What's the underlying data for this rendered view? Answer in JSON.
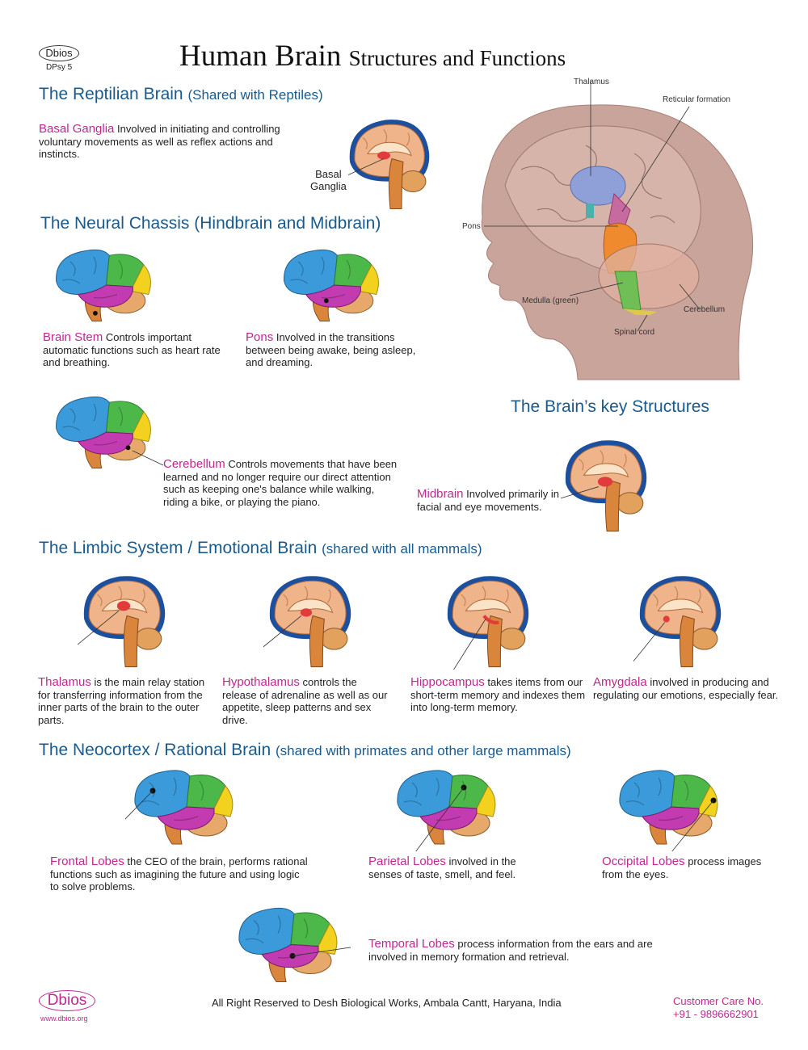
{
  "header": {
    "logo": "Dbios",
    "code": "DPsy 5",
    "title_main": "Human Brain",
    "title_sub": "Structures and Functions"
  },
  "reptilian": {
    "title": "The Reptilian Brain",
    "subtitle": "(Shared with Reptiles)",
    "basal": {
      "term": "Basal Ganglia",
      "desc": "Involved in initiating and controlling voluntary movements as well as reflex actions and instincts.",
      "label_line1": "Basal",
      "label_line2": "Ganglia"
    }
  },
  "chassis": {
    "title": "The Neural Chassis (Hindbrain and Midbrain)",
    "stem": {
      "term": "Brain Stem",
      "desc": "Controls important automatic functions such as heart rate and breathing."
    },
    "pons": {
      "term": "Pons",
      "desc": "Involved in the transitions between being awake, being asleep, and dreaming."
    },
    "cerebellum": {
      "term": "Cerebellum",
      "desc": "Controls movements that have been learned and no longer require our direct attention such as keeping one's balance while walking, riding a bike, or playing the piano."
    },
    "midbrain": {
      "term": "Midbrain",
      "desc": "Involved primarily in facial and eye movements."
    }
  },
  "key_structures": {
    "title": "The Brain’s key Structures",
    "labels": {
      "thalamus": "Thalamus",
      "reticular": "Reticular formation",
      "pons": "Pons",
      "medulla": "Medulla (green)",
      "cerebellum": "Cerebellum",
      "spinal": "Spinal cord"
    }
  },
  "limbic": {
    "title": "The Limbic System / Emotional Brain",
    "subtitle": "(shared with all mammals)",
    "items": [
      {
        "term": "Thalamus",
        "desc": "is the main relay station for transferring information from the inner parts of the brain to the outer parts."
      },
      {
        "term": "Hypothalamus",
        "desc": "controls the release of adrenaline as well as our appetite, sleep patterns and sex drive."
      },
      {
        "term": "Hippocampus",
        "desc": "takes items from our short-term memory and indexes them into long-term memory."
      },
      {
        "term": "Amygdala",
        "desc": "involved in producing and regulating our emotions, especially fear."
      }
    ]
  },
  "neocortex": {
    "title": "The Neocortex / Rational Brain",
    "subtitle": "(shared with primates and other large mammals)",
    "frontal": {
      "term": "Frontal Lobes",
      "desc": "the CEO of the brain, performs rational functions such as imagining the future and using logic to solve problems."
    },
    "parietal": {
      "term": "Parietal Lobes",
      "desc": "involved in the senses of taste, smell, and feel."
    },
    "occipital": {
      "term": "Occipital Lobes",
      "desc": "process images from the eyes."
    },
    "temporal": {
      "term": "Temporal Lobes",
      "desc": "process information from the ears and are involved in memory formation and retrieval."
    }
  },
  "footer": {
    "logo": "Dbios",
    "url": "www.dbios.org",
    "rights": "All Right Reserved to Desh Biological Works, Ambala Cantt, Haryana, India",
    "care_label": "Customer Care No.",
    "care_number": "+91 - 9896662901"
  },
  "colors": {
    "heading_blue": "#1a5a8c",
    "term_magenta": "#c0288f",
    "frontal": "#3b9ad9",
    "parietal": "#4cb849",
    "temporal": "#c23bb0",
    "occipital": "#f3d21f",
    "stem": "#d9853b",
    "head_skin": "#c9a49a"
  }
}
